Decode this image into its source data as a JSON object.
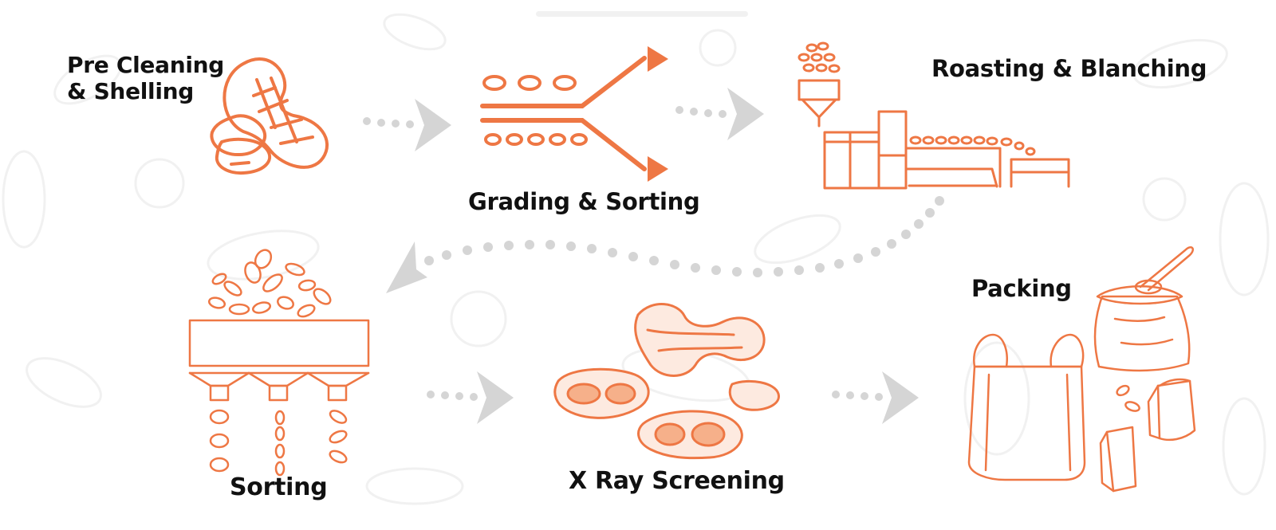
{
  "colors": {
    "accent": "#EE7744",
    "arrow": "#D5D5D5",
    "text": "#111111",
    "background": "#FFFFFF",
    "doodle": "#F1F1F1"
  },
  "steps": [
    {
      "label": "Pre Cleaning\n& Shelling",
      "icon": "shelled-peanut-icon"
    },
    {
      "label": "Grading & Sorting",
      "icon": "grading-split-icon"
    },
    {
      "label": "Roasting & Blanching",
      "icon": "roasting-machine-icon"
    },
    {
      "label": "Sorting",
      "icon": "sorting-hopper-icon"
    },
    {
      "label": "X Ray Screening",
      "icon": "peanut-pods-icon"
    },
    {
      "label": "Packing",
      "icon": "packing-bags-icon"
    }
  ]
}
